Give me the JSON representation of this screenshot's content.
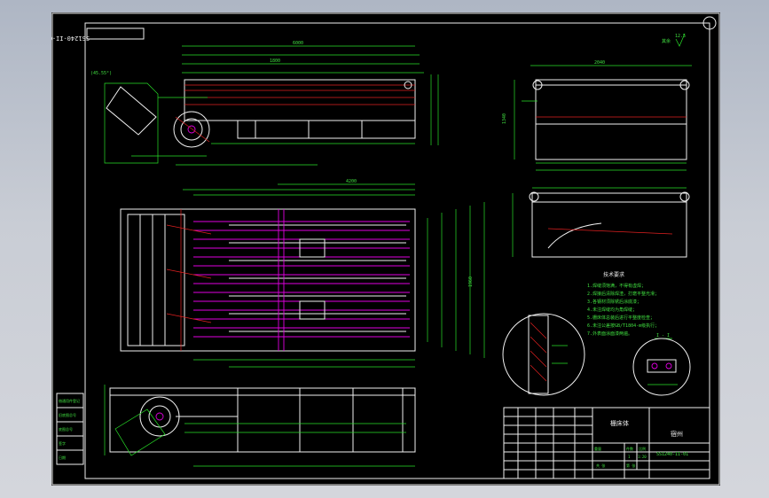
{
  "drawing": {
    "number_box": "SS1240-II-01",
    "roughness": "12.5",
    "roughness_other": "其余",
    "section_label": "I - I",
    "title_block": {
      "part_name": "栅床体",
      "company": "宿州",
      "drawing_no": "SS1240-II-01",
      "scale_label": "比例",
      "scale": "1:20",
      "weight_label": "重量",
      "quantity_label": "件数",
      "quantity": "1",
      "sheet_total": "共 张",
      "sheet_no": "第 张"
    },
    "tech_requirements_title": "技术要求",
    "tech_requirements": [
      "1.焊缝须饱满，不得有虚焊；",
      "2.焊接后清除焊渣，打磨平整光滑；",
      "3.各钢材须除锈后涂底漆；",
      "4.未注焊缝均为角焊缝；",
      "5.栅床体总装后进行平整度检查；",
      "6.未注公差按GB/T1804-m级执行；",
      "7.外表面涂面漆两遍。"
    ],
    "left_stamp": [
      "借通用件登记",
      "旧底图总号",
      "底图总号",
      "签字",
      "日期"
    ],
    "dims": {
      "top_overall": "6000",
      "top_span": "1800",
      "plan_width": "1960",
      "plan_length": "4200",
      "angle": "(45.55°)",
      "end_width": "2040",
      "end_height": "1340"
    }
  }
}
